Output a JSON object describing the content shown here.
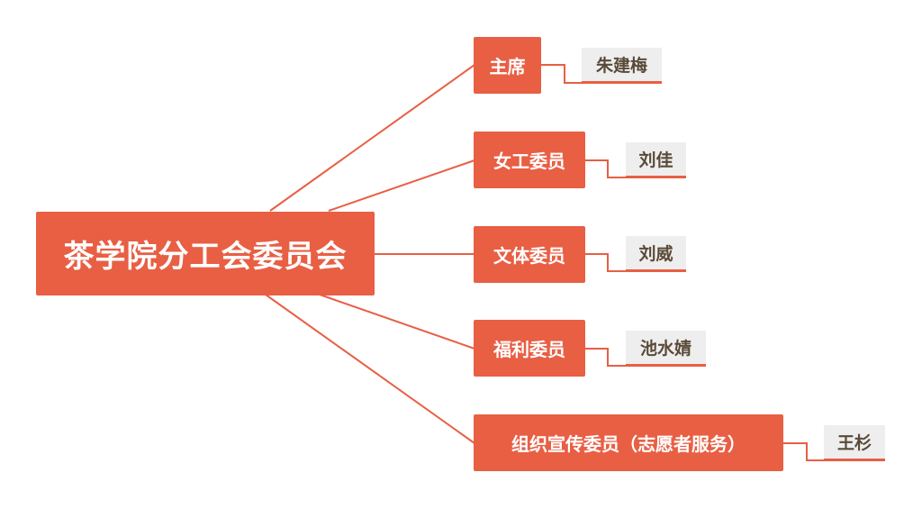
{
  "root": {
    "label": "茶学院分工会委员会"
  },
  "members": [
    {
      "role": "主席",
      "name": "朱建梅"
    },
    {
      "role": "女工委员",
      "name": "刘佳"
    },
    {
      "role": "文体委员",
      "name": "刘威"
    },
    {
      "role": "福利委员",
      "name": "池水婧"
    },
    {
      "role": "组织宣传委员（志愿者服务）",
      "name": "王杉"
    }
  ],
  "colors": {
    "accent": "#E85F44",
    "name_bg": "#EEEEEE",
    "name_text": "#5A4A38"
  }
}
